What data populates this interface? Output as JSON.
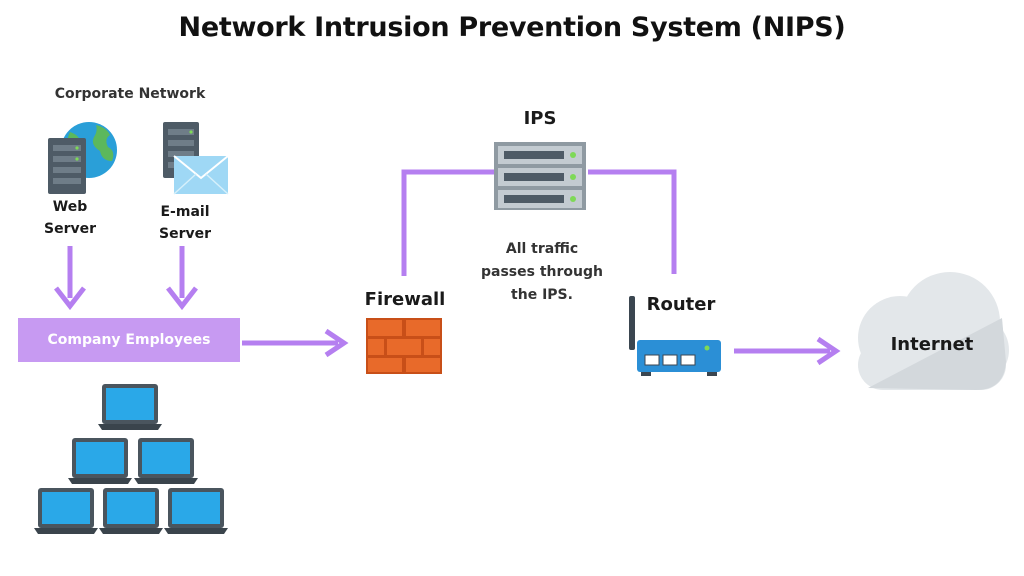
{
  "title": "Network Intrusion Prevention System (NIPS)",
  "corporate_network_label": "Corporate Network",
  "web_server": {
    "line1": "Web",
    "line2": "Server",
    "icon": "web-server-globe-icon"
  },
  "email_server": {
    "line1": "E-mail",
    "line2": "Server",
    "icon": "email-server-envelope-icon"
  },
  "company_employees": "Company Employees",
  "firewall": {
    "label": "Firewall",
    "icon": "brick-firewall-icon"
  },
  "ips": {
    "label": "IPS",
    "icon": "rack-server-icon"
  },
  "ips_note": {
    "line1": "All traffic",
    "line2": "passes through",
    "line3": "the IPS."
  },
  "router": {
    "label": "Router",
    "icon": "router-antenna-icon"
  },
  "internet": {
    "label": "Internet",
    "icon": "cloud-icon"
  },
  "employee_devices": {
    "icon": "laptop-icon",
    "count": 6
  },
  "colors": {
    "connector": "#b57ff0",
    "employees_box": "#c79af2",
    "firewall_brick": "#e86a2a",
    "laptop_screen": "#2aa8e8",
    "router_body": "#2b8fd6",
    "cloud": "#e3e7ea"
  }
}
